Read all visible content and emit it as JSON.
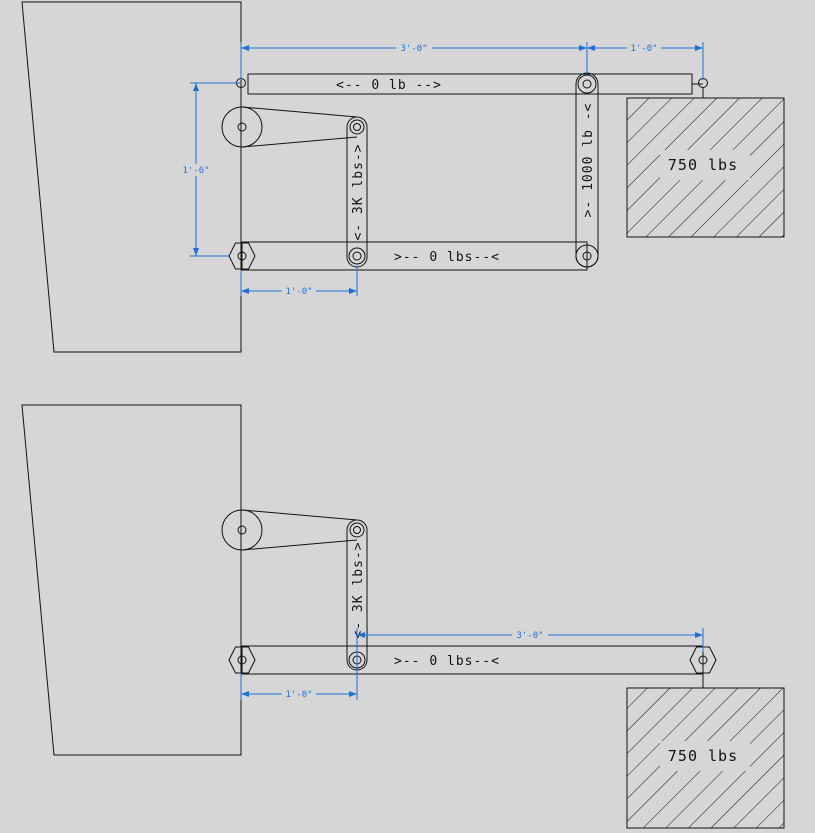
{
  "top_diagram": {
    "labels": {
      "top_bar_force": "<-- 0 lb -->",
      "left_link_force": "<- 3K lbs->",
      "right_link_force": ">- 1000 lb -<",
      "bottom_bar_force": ">-- 0 lbs--<",
      "weight": "750 lbs"
    },
    "dimensions": {
      "top_span_main": "3'-0\"",
      "top_span_ext": "1'-0\"",
      "vertical_span": "1'-6\"",
      "bottom_span": "1'-0\""
    }
  },
  "bottom_diagram": {
    "labels": {
      "left_link_force": "<- 3K lbs->",
      "bottom_bar_force": ">-- 0 lbs--<",
      "weight": "750 lbs"
    },
    "dimensions": {
      "span_main": "3'-0\"",
      "bottom_span": "1'-0\""
    }
  },
  "colors": {
    "background": "#d6d6d6",
    "line": "#111111",
    "dimension": "#1a73d9"
  }
}
